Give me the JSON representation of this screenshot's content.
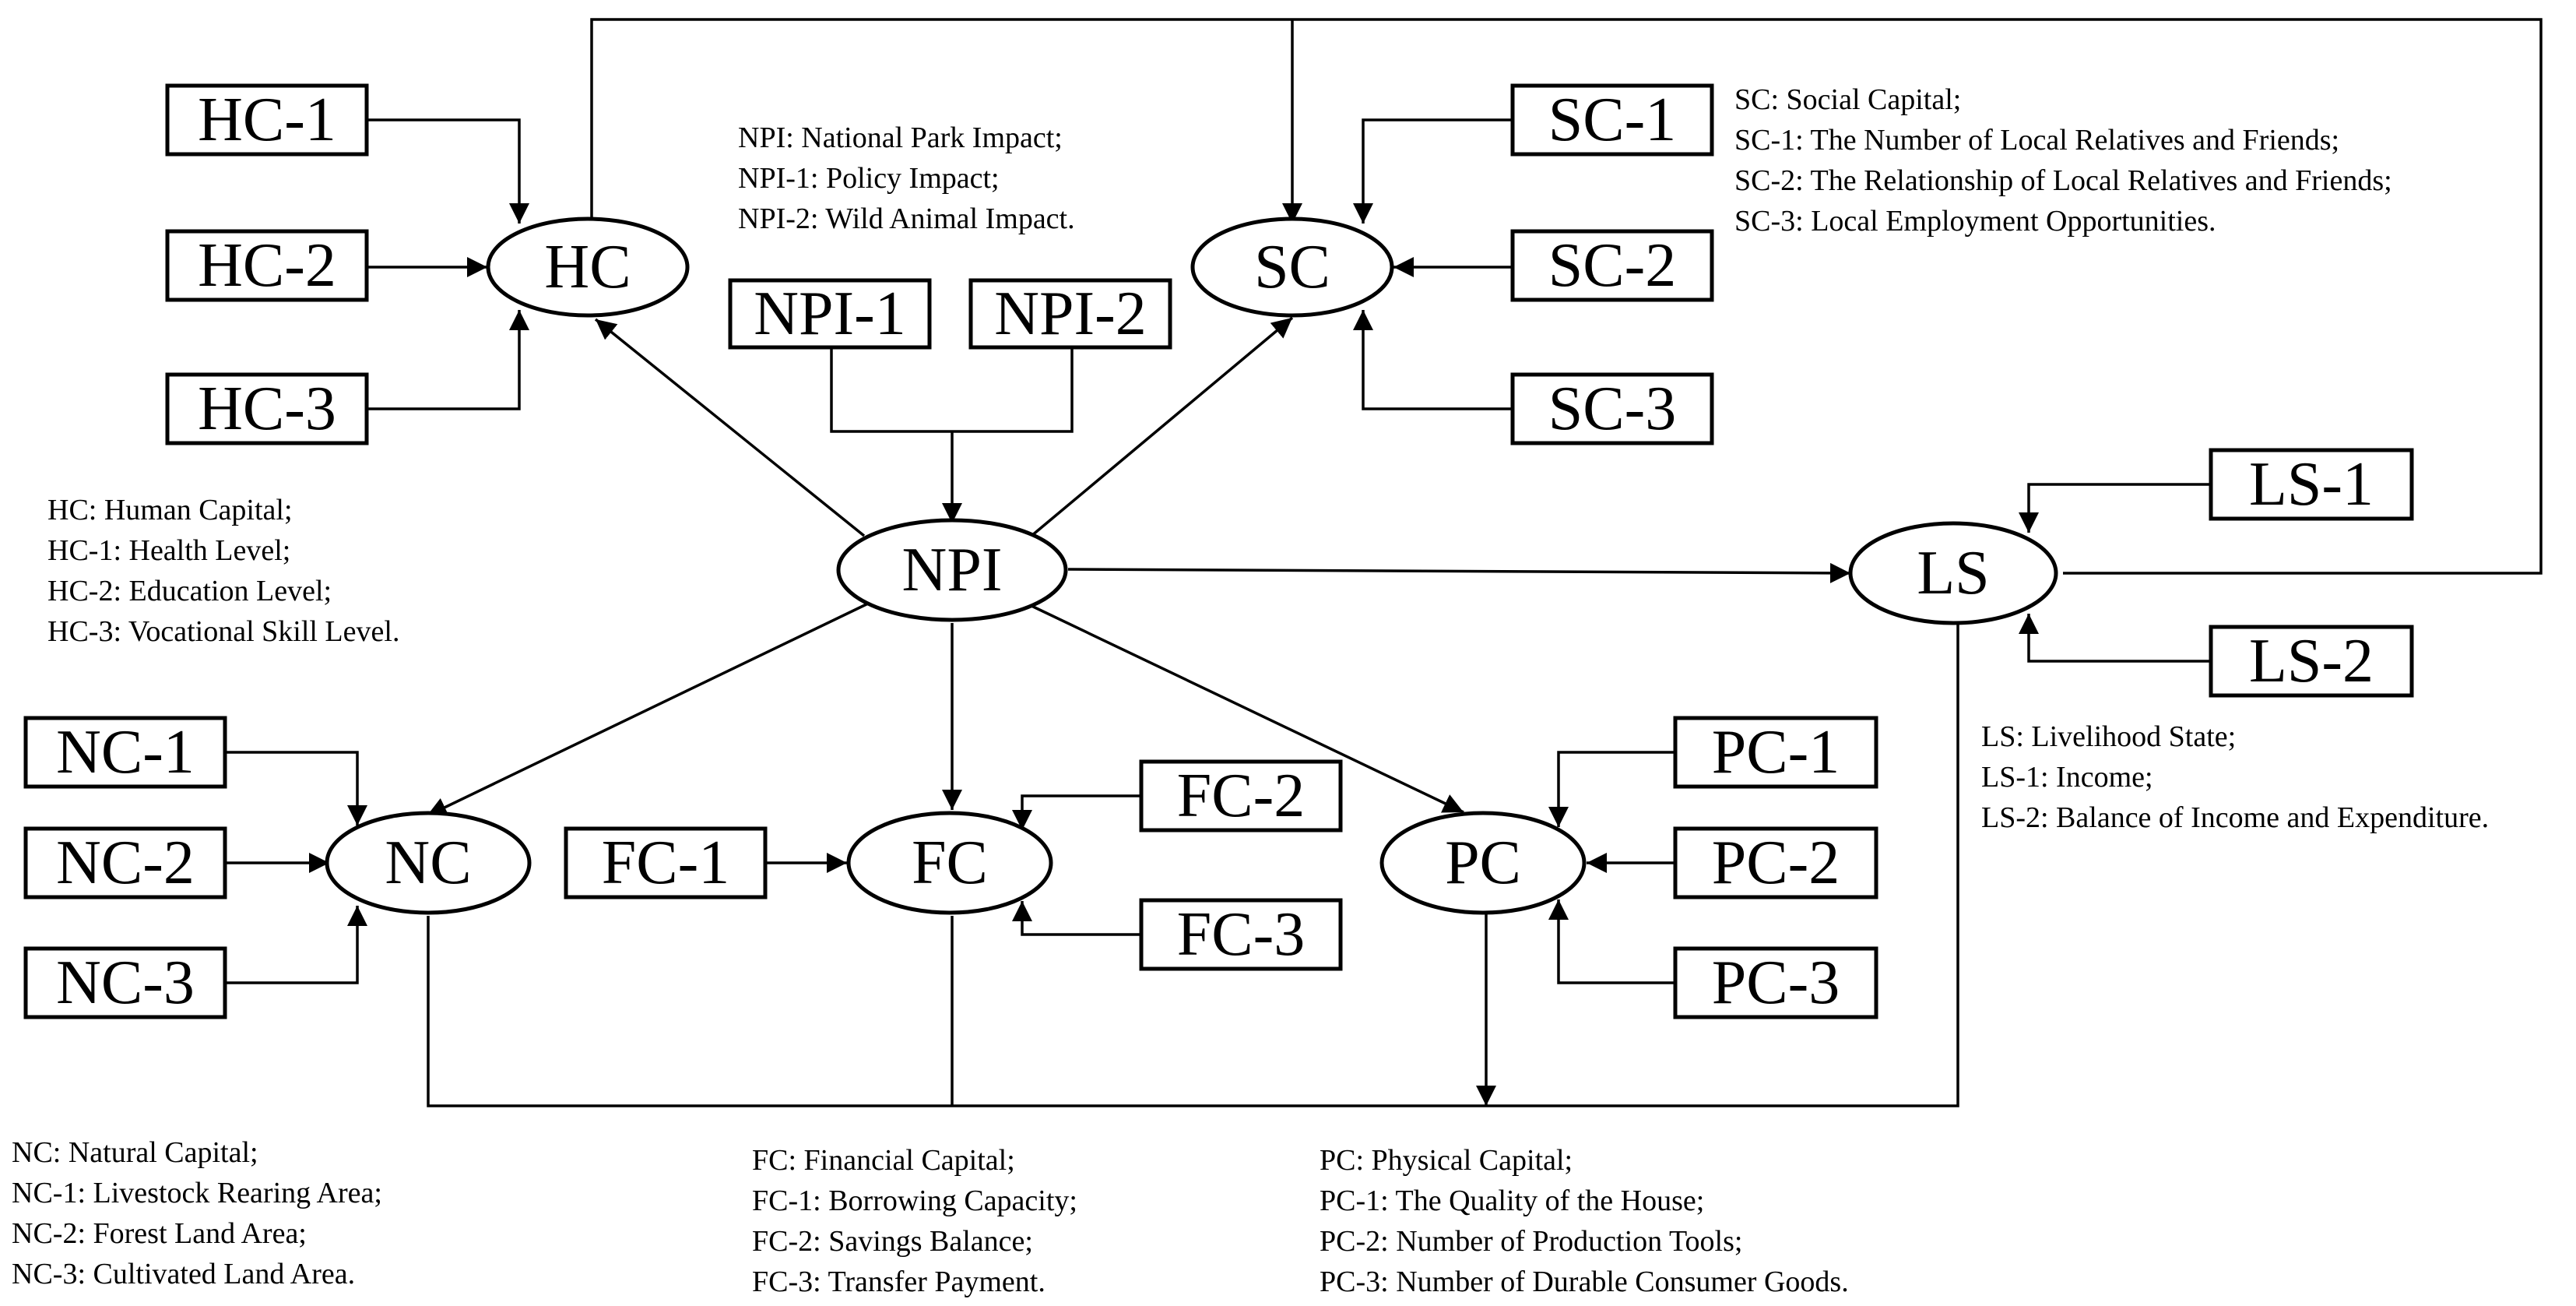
{
  "nodes": {
    "hc": "HC",
    "sc": "SC",
    "npi": "NPI",
    "ls": "LS",
    "nc": "NC",
    "fc": "FC",
    "pc": "PC"
  },
  "indicators": {
    "hc1": "HC-1",
    "hc2": "HC-2",
    "hc3": "HC-3",
    "sc1": "SC-1",
    "sc2": "SC-2",
    "sc3": "SC-3",
    "npi1": "NPI-1",
    "npi2": "NPI-2",
    "ls1": "LS-1",
    "ls2": "LS-2",
    "nc1": "NC-1",
    "nc2": "NC-2",
    "nc3": "NC-3",
    "fc1": "FC-1",
    "fc2": "FC-2",
    "fc3": "FC-3",
    "pc1": "PC-1",
    "pc2": "PC-2",
    "pc3": "PC-3"
  },
  "legends": {
    "npi": [
      "NPI: National Park Impact;",
      "NPI-1: Policy Impact;",
      "NPI-2: Wild Animal Impact."
    ],
    "sc": [
      "SC: Social Capital;",
      "SC-1: The Number of Local Relatives and Friends;",
      "SC-2: The Relationship of Local Relatives and Friends;",
      "SC-3: Local Employment Opportunities."
    ],
    "hc": [
      "HC:  Human Capital;",
      "HC-1: Health Level;",
      "HC-2: Education Level;",
      "HC-3: Vocational Skill Level."
    ],
    "ls": [
      "LS: Livelihood State;",
      "LS-1: Income;",
      "LS-2: Balance of Income and Expenditure."
    ],
    "nc": [
      "NC:  Natural Capital;",
      "NC-1: Livestock Rearing Area;",
      "NC-2: Forest Land Area;",
      "NC-3: Cultivated Land Area."
    ],
    "fc": [
      "FC:  Financial Capital;",
      "FC-1: Borrowing Capacity;",
      "FC-2: Savings Balance;",
      "FC-3: Transfer Payment."
    ],
    "pc": [
      "PC:  Physical Capital;",
      "PC-1: The Quality of the House;",
      "PC-2: Number of Production Tools;",
      "PC-3: Number of Durable Consumer Goods."
    ]
  }
}
